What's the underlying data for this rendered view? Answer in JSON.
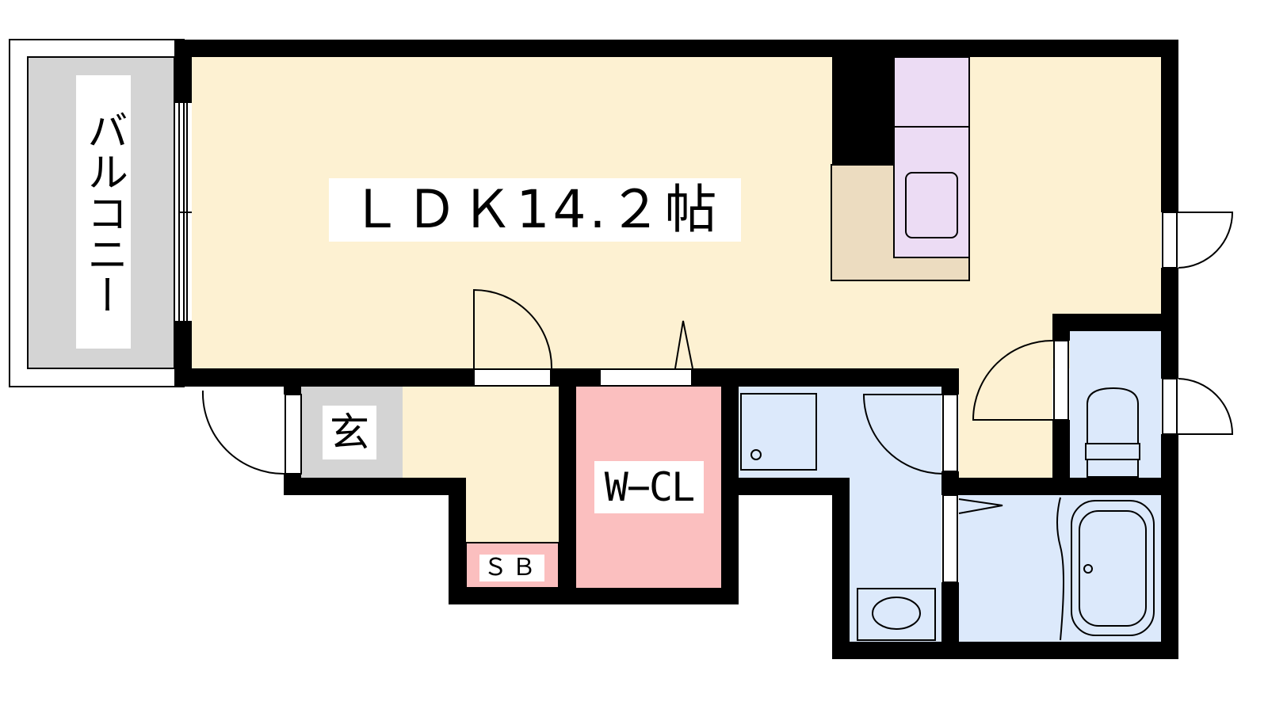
{
  "rooms": {
    "ldk": "ＬＤＫ14.２帖",
    "balcony": "バルコニー",
    "entrance": "玄",
    "walk_in_closet": "W−CL",
    "shoe_box": "ＳＢ"
  },
  "colors": {
    "ldk": "#fdf1d2",
    "balcony": "#d4d4d4",
    "entrance": "#d4d4d4",
    "closet": "#fbbfbf",
    "wet_area": "#dce9fb",
    "kitchen": "#ecdcf4",
    "counter": "#ecdcc0",
    "wall": "#000000"
  }
}
